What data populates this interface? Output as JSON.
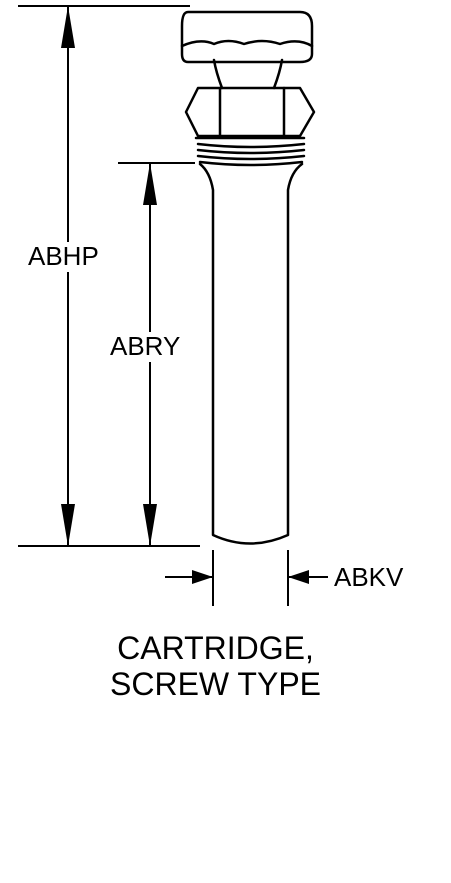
{
  "dimensions": {
    "overall_length": "ABHP",
    "body_length": "ABRY",
    "diameter": "ABKV"
  },
  "caption": {
    "line1": "CARTRIDGE,",
    "line2": "SCREW TYPE"
  },
  "colors": {
    "ink": "#000000",
    "background": "#ffffff"
  }
}
